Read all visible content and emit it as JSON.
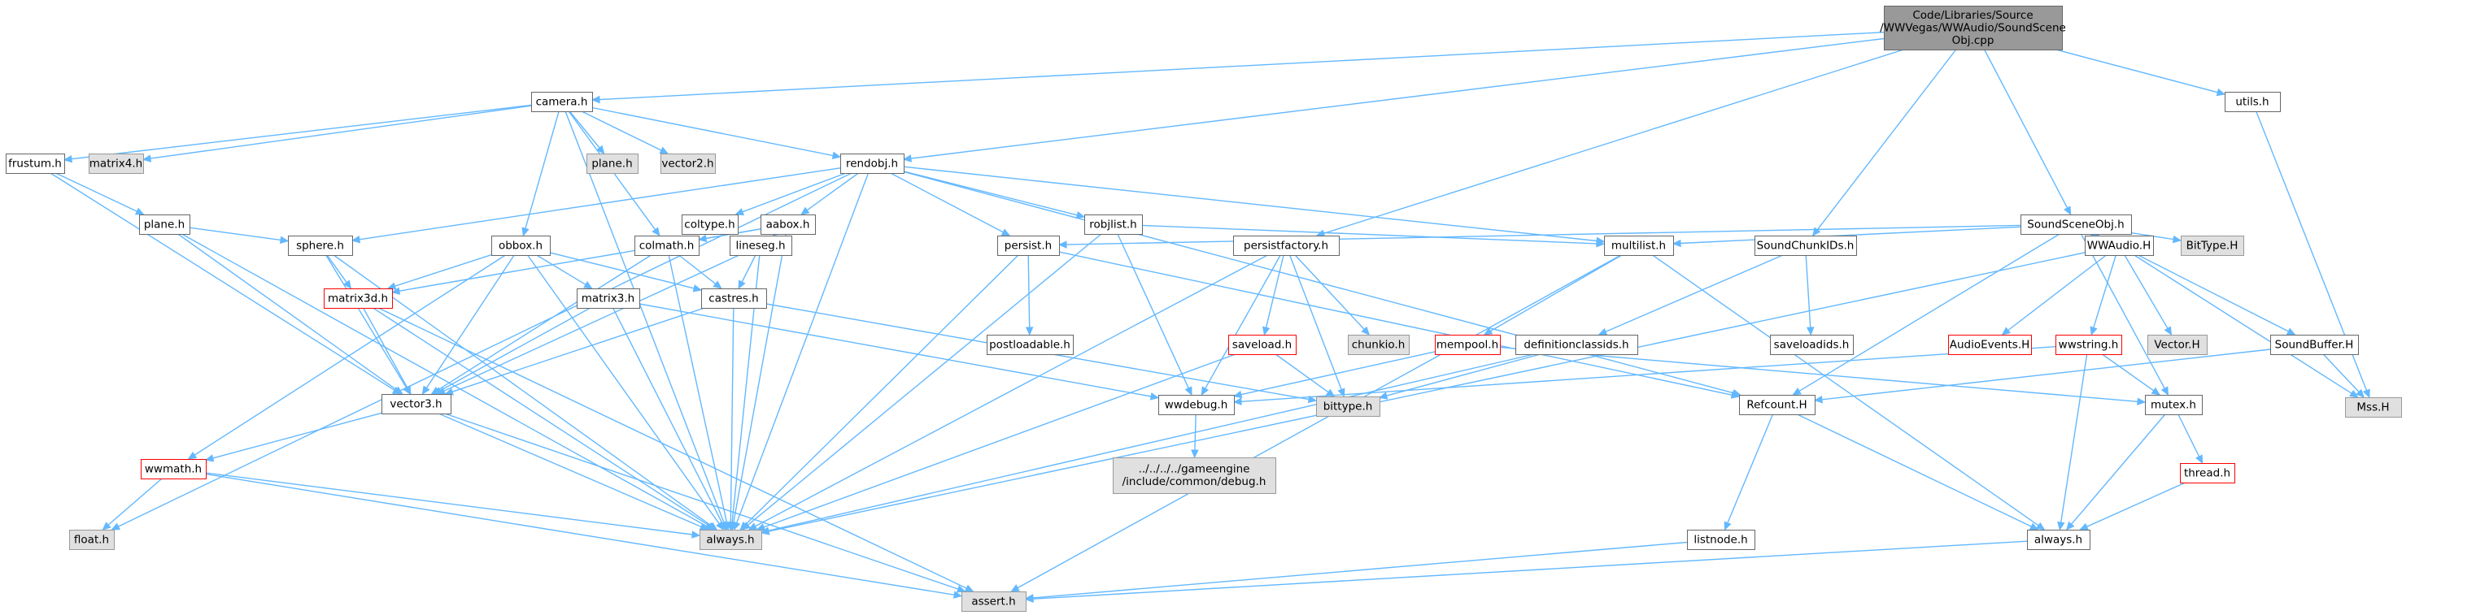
{
  "colors": {
    "edge": "#63b8ff",
    "root_fill": "#999999",
    "plain_fill": "#ffffff",
    "plain_stroke": "#666666",
    "external_fill": "#e0e0e0",
    "external_stroke": "#999999",
    "incomplete_stroke": "#ff0000"
  },
  "nodes": [
    {
      "id": "root",
      "lines": [
        "Code/Libraries/Source",
        "/WWVegas/WWAudio/SoundScene",
        "Obj.cpp"
      ],
      "style": "root"
    },
    {
      "id": "camera",
      "lines": [
        "camera.h"
      ],
      "style": "plain"
    },
    {
      "id": "utils",
      "lines": [
        "utils.h"
      ],
      "style": "plain"
    },
    {
      "id": "frustum",
      "lines": [
        "frustum.h"
      ],
      "style": "plain"
    },
    {
      "id": "matrix4",
      "lines": [
        "matrix4.h"
      ],
      "style": "external"
    },
    {
      "id": "plane_ext",
      "lines": [
        "plane.h"
      ],
      "style": "external"
    },
    {
      "id": "vector2",
      "lines": [
        "vector2.h"
      ],
      "style": "external"
    },
    {
      "id": "rendobj",
      "lines": [
        "rendobj.h"
      ],
      "style": "plain"
    },
    {
      "id": "plane",
      "lines": [
        "plane.h"
      ],
      "style": "plain"
    },
    {
      "id": "coltype",
      "lines": [
        "coltype.h"
      ],
      "style": "plain"
    },
    {
      "id": "aabox",
      "lines": [
        "aabox.h"
      ],
      "style": "plain"
    },
    {
      "id": "robjlist",
      "lines": [
        "robjlist.h"
      ],
      "style": "plain"
    },
    {
      "id": "soundsceneobj",
      "lines": [
        "SoundSceneObj.h"
      ],
      "style": "plain"
    },
    {
      "id": "sphere",
      "lines": [
        "sphere.h"
      ],
      "style": "plain"
    },
    {
      "id": "obbox",
      "lines": [
        "obbox.h"
      ],
      "style": "plain"
    },
    {
      "id": "colmath",
      "lines": [
        "colmath.h"
      ],
      "style": "plain"
    },
    {
      "id": "lineseg",
      "lines": [
        "lineseg.h"
      ],
      "style": "plain"
    },
    {
      "id": "persist",
      "lines": [
        "persist.h"
      ],
      "style": "plain"
    },
    {
      "id": "persistfactory",
      "lines": [
        "persistfactory.h"
      ],
      "style": "plain"
    },
    {
      "id": "multilist",
      "lines": [
        "multilist.h"
      ],
      "style": "plain"
    },
    {
      "id": "soundchunkids",
      "lines": [
        "SoundChunkIDs.h"
      ],
      "style": "plain"
    },
    {
      "id": "wwaudio",
      "lines": [
        "WWAudio.H"
      ],
      "style": "plain"
    },
    {
      "id": "bittype_upper",
      "lines": [
        "BitType.H"
      ],
      "style": "external"
    },
    {
      "id": "matrix3d",
      "lines": [
        "matrix3d.h"
      ],
      "style": "incomplete"
    },
    {
      "id": "matrix3",
      "lines": [
        "matrix3.h"
      ],
      "style": "plain"
    },
    {
      "id": "castres",
      "lines": [
        "castres.h"
      ],
      "style": "plain"
    },
    {
      "id": "postloadable",
      "lines": [
        "postloadable.h"
      ],
      "style": "plain"
    },
    {
      "id": "saveload",
      "lines": [
        "saveload.h"
      ],
      "style": "incomplete"
    },
    {
      "id": "chunkio",
      "lines": [
        "chunkio.h"
      ],
      "style": "external"
    },
    {
      "id": "mempool",
      "lines": [
        "mempool.h"
      ],
      "style": "incomplete"
    },
    {
      "id": "definitionclassids",
      "lines": [
        "definitionclassids.h"
      ],
      "style": "plain"
    },
    {
      "id": "saveloadids",
      "lines": [
        "saveloadids.h"
      ],
      "style": "plain"
    },
    {
      "id": "audioevents",
      "lines": [
        "AudioEvents.H"
      ],
      "style": "incomplete"
    },
    {
      "id": "wwstring",
      "lines": [
        "wwstring.h"
      ],
      "style": "incomplete"
    },
    {
      "id": "vector_upper",
      "lines": [
        "Vector.H"
      ],
      "style": "external"
    },
    {
      "id": "soundbuffer",
      "lines": [
        "SoundBuffer.H"
      ],
      "style": "plain"
    },
    {
      "id": "mss",
      "lines": [
        "Mss.H"
      ],
      "style": "external"
    },
    {
      "id": "vector3",
      "lines": [
        "vector3.h"
      ],
      "style": "plain"
    },
    {
      "id": "wwdebug",
      "lines": [
        "wwdebug.h"
      ],
      "style": "plain"
    },
    {
      "id": "bittype",
      "lines": [
        "bittype.h"
      ],
      "style": "external"
    },
    {
      "id": "refcount",
      "lines": [
        "Refcount.H"
      ],
      "style": "plain"
    },
    {
      "id": "mutex",
      "lines": [
        "mutex.h"
      ],
      "style": "plain"
    },
    {
      "id": "wwmath",
      "lines": [
        "wwmath.h"
      ],
      "style": "incomplete"
    },
    {
      "id": "debug",
      "lines": [
        "../../../../gameengine",
        "/include/common/debug.h"
      ],
      "style": "external"
    },
    {
      "id": "thread",
      "lines": [
        "thread.h"
      ],
      "style": "incomplete"
    },
    {
      "id": "float",
      "lines": [
        "float.h"
      ],
      "style": "external"
    },
    {
      "id": "always",
      "lines": [
        "always.h"
      ],
      "style": "external"
    },
    {
      "id": "listnode",
      "lines": [
        "listnode.h"
      ],
      "style": "plain"
    },
    {
      "id": "always_lower",
      "lines": [
        "always.h"
      ],
      "style": "plain"
    },
    {
      "id": "assert",
      "lines": [
        "assert.h"
      ],
      "style": "external"
    }
  ],
  "edges": [
    [
      "root",
      "camera"
    ],
    [
      "root",
      "rendobj"
    ],
    [
      "root",
      "persistfactory"
    ],
    [
      "root",
      "soundchunkids"
    ],
    [
      "root",
      "soundsceneobj"
    ],
    [
      "root",
      "utils"
    ],
    [
      "camera",
      "frustum"
    ],
    [
      "camera",
      "matrix4"
    ],
    [
      "camera",
      "plane_ext"
    ],
    [
      "camera",
      "vector2"
    ],
    [
      "camera",
      "rendobj"
    ],
    [
      "camera",
      "obbox"
    ],
    [
      "camera",
      "colmath"
    ],
    [
      "camera",
      "always"
    ],
    [
      "utils",
      "mss"
    ],
    [
      "frustum",
      "plane"
    ],
    [
      "frustum",
      "vector3"
    ],
    [
      "rendobj",
      "float"
    ],
    [
      "rendobj",
      "sphere"
    ],
    [
      "rendobj",
      "coltype"
    ],
    [
      "rendobj",
      "aabox"
    ],
    [
      "rendobj",
      "robjlist"
    ],
    [
      "rendobj",
      "persist"
    ],
    [
      "rendobj",
      "multilist"
    ],
    [
      "rendobj",
      "refcount"
    ],
    [
      "rendobj",
      "always"
    ],
    [
      "plane",
      "sphere"
    ],
    [
      "plane",
      "vector3"
    ],
    [
      "plane",
      "always"
    ],
    [
      "aabox",
      "matrix3d"
    ],
    [
      "aabox",
      "colmath"
    ],
    [
      "aabox",
      "lineseg"
    ],
    [
      "aabox",
      "always"
    ],
    [
      "robjlist",
      "multilist"
    ],
    [
      "robjlist",
      "wwdebug"
    ],
    [
      "robjlist",
      "always"
    ],
    [
      "soundsceneobj",
      "persist"
    ],
    [
      "soundsceneobj",
      "multilist"
    ],
    [
      "soundsceneobj",
      "wwaudio"
    ],
    [
      "soundsceneobj",
      "bittype_upper"
    ],
    [
      "soundsceneobj",
      "refcount"
    ],
    [
      "soundsceneobj",
      "mutex"
    ],
    [
      "sphere",
      "matrix3d"
    ],
    [
      "sphere",
      "vector3"
    ],
    [
      "sphere",
      "always"
    ],
    [
      "obbox",
      "matrix3d"
    ],
    [
      "obbox",
      "matrix3"
    ],
    [
      "obbox",
      "castres"
    ],
    [
      "obbox",
      "vector3"
    ],
    [
      "obbox",
      "wwmath"
    ],
    [
      "obbox",
      "always"
    ],
    [
      "colmath",
      "castres"
    ],
    [
      "colmath",
      "vector3"
    ],
    [
      "colmath",
      "always"
    ],
    [
      "lineseg",
      "castres"
    ],
    [
      "lineseg",
      "vector3"
    ],
    [
      "lineseg",
      "always"
    ],
    [
      "persist",
      "postloadable"
    ],
    [
      "persist",
      "refcount"
    ],
    [
      "persist",
      "always"
    ],
    [
      "persistfactory",
      "saveload"
    ],
    [
      "persistfactory",
      "chunkio"
    ],
    [
      "persistfactory",
      "bittype"
    ],
    [
      "persistfactory",
      "wwdebug"
    ],
    [
      "persistfactory",
      "always"
    ],
    [
      "multilist",
      "mempool"
    ],
    [
      "multilist",
      "always_lower"
    ],
    [
      "multilist",
      "assert"
    ],
    [
      "soundchunkids",
      "definitionclassids"
    ],
    [
      "soundchunkids",
      "saveloadids"
    ],
    [
      "wwaudio",
      "audioevents"
    ],
    [
      "wwaudio",
      "wwstring"
    ],
    [
      "wwaudio",
      "vector_upper"
    ],
    [
      "wwaudio",
      "soundbuffer"
    ],
    [
      "wwaudio",
      "mss"
    ],
    [
      "wwaudio",
      "always"
    ],
    [
      "matrix3d",
      "vector3"
    ],
    [
      "matrix3d",
      "assert"
    ],
    [
      "matrix3d",
      "always"
    ],
    [
      "matrix3",
      "vector3"
    ],
    [
      "matrix3",
      "wwdebug"
    ],
    [
      "matrix3",
      "always"
    ],
    [
      "castres",
      "vector3"
    ],
    [
      "castres",
      "bittype"
    ],
    [
      "castres",
      "always"
    ],
    [
      "saveload",
      "bittype"
    ],
    [
      "saveload",
      "always"
    ],
    [
      "mempool",
      "wwdebug"
    ],
    [
      "mempool",
      "mutex"
    ],
    [
      "definitionclassids",
      "bittype"
    ],
    [
      "definitionclassids",
      "always"
    ],
    [
      "wwstring",
      "wwdebug"
    ],
    [
      "wwstring",
      "mutex"
    ],
    [
      "wwstring",
      "always_lower"
    ],
    [
      "soundbuffer",
      "refcount"
    ],
    [
      "soundbuffer",
      "mss"
    ],
    [
      "vector3",
      "wwmath"
    ],
    [
      "vector3",
      "always"
    ],
    [
      "vector3",
      "assert"
    ],
    [
      "wwdebug",
      "debug"
    ],
    [
      "refcount",
      "listnode"
    ],
    [
      "refcount",
      "always_lower"
    ],
    [
      "mutex",
      "thread"
    ],
    [
      "mutex",
      "always_lower"
    ],
    [
      "wwmath",
      "float"
    ],
    [
      "wwmath",
      "always"
    ],
    [
      "wwmath",
      "assert"
    ],
    [
      "thread",
      "always_lower"
    ],
    [
      "listnode",
      "assert"
    ],
    [
      "always_lower",
      "assert"
    ]
  ]
}
